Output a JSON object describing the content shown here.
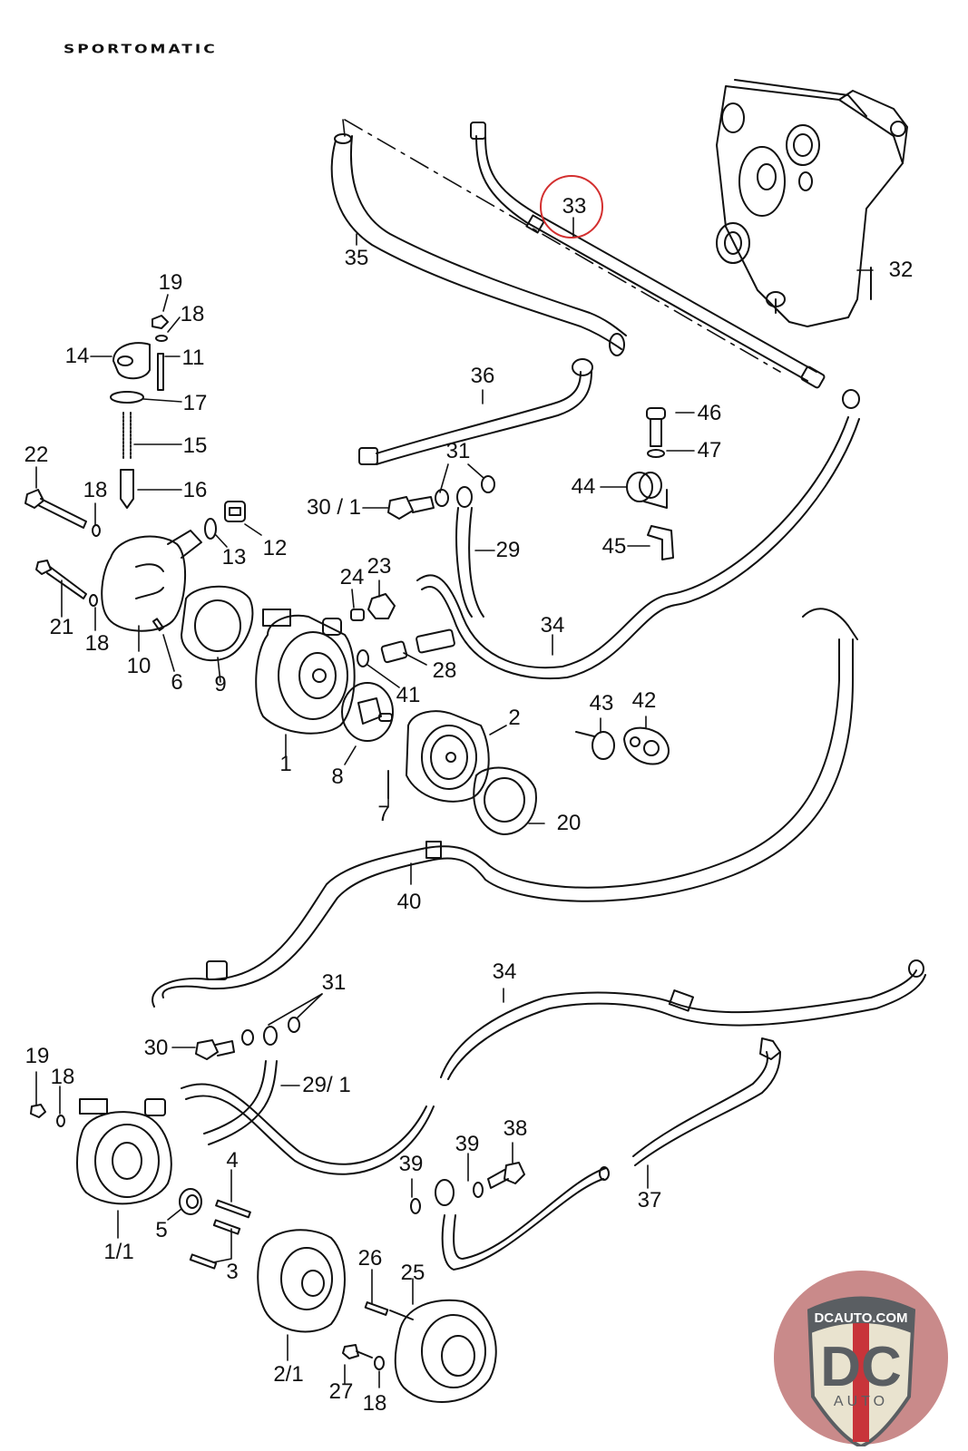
{
  "diagram": {
    "title": "SPORTOMATIC",
    "highlight": {
      "part": "33",
      "color": "#d32f2f"
    },
    "line_color": "#111111",
    "callouts": [
      {
        "id": "c33",
        "label": "33"
      },
      {
        "id": "c35",
        "label": "35"
      },
      {
        "id": "c32",
        "label": "32"
      },
      {
        "id": "c19a",
        "label": "19"
      },
      {
        "id": "c18a",
        "label": "18"
      },
      {
        "id": "c14",
        "label": "14"
      },
      {
        "id": "c11",
        "label": "11"
      },
      {
        "id": "c17",
        "label": "17"
      },
      {
        "id": "c15",
        "label": "15"
      },
      {
        "id": "c16",
        "label": "16"
      },
      {
        "id": "c22",
        "label": "22"
      },
      {
        "id": "c18b",
        "label": "18"
      },
      {
        "id": "c13",
        "label": "13"
      },
      {
        "id": "c12",
        "label": "12"
      },
      {
        "id": "c21",
        "label": "21"
      },
      {
        "id": "c18c",
        "label": "18"
      },
      {
        "id": "c10",
        "label": "10"
      },
      {
        "id": "c6",
        "label": "6"
      },
      {
        "id": "c9",
        "label": "9"
      },
      {
        "id": "c36",
        "label": "36"
      },
      {
        "id": "c46",
        "label": "46"
      },
      {
        "id": "c47",
        "label": "47"
      },
      {
        "id": "c31a",
        "label": "31"
      },
      {
        "id": "c30_1",
        "label": "30 / 1"
      },
      {
        "id": "c44",
        "label": "44"
      },
      {
        "id": "c29",
        "label": "29"
      },
      {
        "id": "c45",
        "label": "45"
      },
      {
        "id": "c23",
        "label": "23"
      },
      {
        "id": "c24",
        "label": "24"
      },
      {
        "id": "c34a",
        "label": "34"
      },
      {
        "id": "c28",
        "label": "28"
      },
      {
        "id": "c41",
        "label": "41"
      },
      {
        "id": "c43",
        "label": "43"
      },
      {
        "id": "c42",
        "label": "42"
      },
      {
        "id": "c2",
        "label": "2"
      },
      {
        "id": "c1",
        "label": "1"
      },
      {
        "id": "c8",
        "label": "8"
      },
      {
        "id": "c7",
        "label": "7"
      },
      {
        "id": "c20",
        "label": "20"
      },
      {
        "id": "c40",
        "label": "40"
      },
      {
        "id": "c34b",
        "label": "34"
      },
      {
        "id": "c31b",
        "label": "31"
      },
      {
        "id": "c30",
        "label": "30"
      },
      {
        "id": "c29_1",
        "label": "29/ 1"
      },
      {
        "id": "c19b",
        "label": "19"
      },
      {
        "id": "c18d",
        "label": "18"
      },
      {
        "id": "c38",
        "label": "38"
      },
      {
        "id": "c39a",
        "label": "39"
      },
      {
        "id": "c39b",
        "label": "39"
      },
      {
        "id": "c37",
        "label": "37"
      },
      {
        "id": "c4",
        "label": "4"
      },
      {
        "id": "c5",
        "label": "5"
      },
      {
        "id": "c3",
        "label": "3"
      },
      {
        "id": "c1_1",
        "label": "1/1"
      },
      {
        "id": "c26",
        "label": "26"
      },
      {
        "id": "c25",
        "label": "25"
      },
      {
        "id": "c2_1",
        "label": "2/1"
      },
      {
        "id": "c27",
        "label": "27"
      },
      {
        "id": "c18e",
        "label": "18"
      }
    ]
  },
  "watermark": {
    "site": "DCAUTO.COM",
    "initials": "DC",
    "word": "AUTO",
    "colors": {
      "badge_bg": "#c98a8a",
      "shield": "#e9e3cf",
      "letters": "#5a5e62",
      "stripe": "#c8343a",
      "banner": "#5a5e62"
    }
  }
}
